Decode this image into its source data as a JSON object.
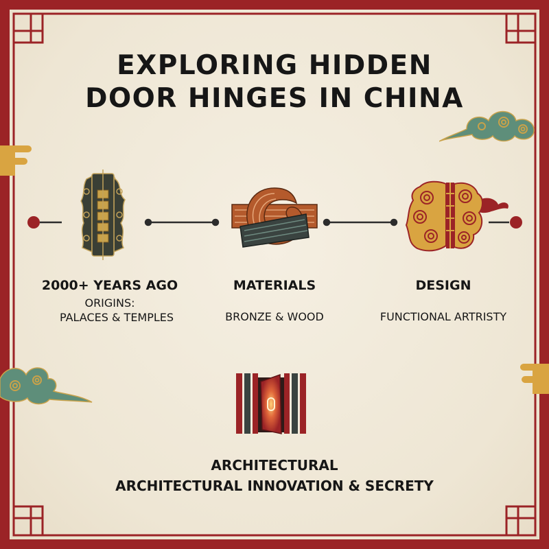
{
  "title": {
    "line1": "EXPLORING HIDDEN",
    "line2": "DOOR HINGES IN CHINA"
  },
  "timeline": [
    {
      "heading": "2000+ YEARS AGO",
      "subtitle_line1": "ORIGINS:",
      "subtitle_line2": "PALACES & TEMPLES",
      "icon": "ornate-bronze-hinge-icon"
    },
    {
      "heading": "MATERIALS",
      "subtitle_line1": "BRONZE & WOOD",
      "icon": "bronze-wood-knot-icon"
    },
    {
      "heading": "DESIGN",
      "subtitle_line1": "FUNCTIONAL ARTRISTY",
      "icon": "cloud-scroll-hinge-icon"
    }
  ],
  "footer": {
    "line1": "ARCHITECTURAL",
    "line2": "ARCHITECTURAL INNOVATION & SECRETY",
    "icon": "hidden-door-icon"
  },
  "colors": {
    "frame_red": "#9b2326",
    "background": "#efe8d8",
    "text": "#161616",
    "bronze": "#b45a2c",
    "jade": "#5e8e7a",
    "gold": "#d9a441",
    "dark_slate": "#3a4340"
  }
}
